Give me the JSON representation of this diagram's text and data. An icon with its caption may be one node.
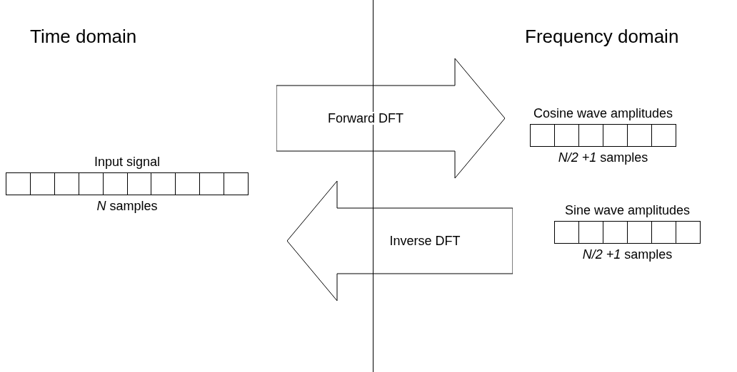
{
  "diagram": {
    "nodes": [
      {
        "text": [
          "Input signal"
        ],
        "beside": [
          "*N* samples"
        ]
      },
      {
        "text": [
          "Forward DFT"
        ]
      },
      {
        "text": [
          "Cosine wave amplitudes"
        ],
        "beside": [
          "*N/2 +1* samples"
        ]
      },
      {
        "text": [
          "Inverse DFT"
        ]
      },
      {
        "text": [
          "Sine wave amplitudes"
        ],
        "beside": [
          "*N/2 +1* samples"
        ]
      }
    ],
    "labels": [
      "Time domain",
      "Frequency domain"
    ]
  }
}
